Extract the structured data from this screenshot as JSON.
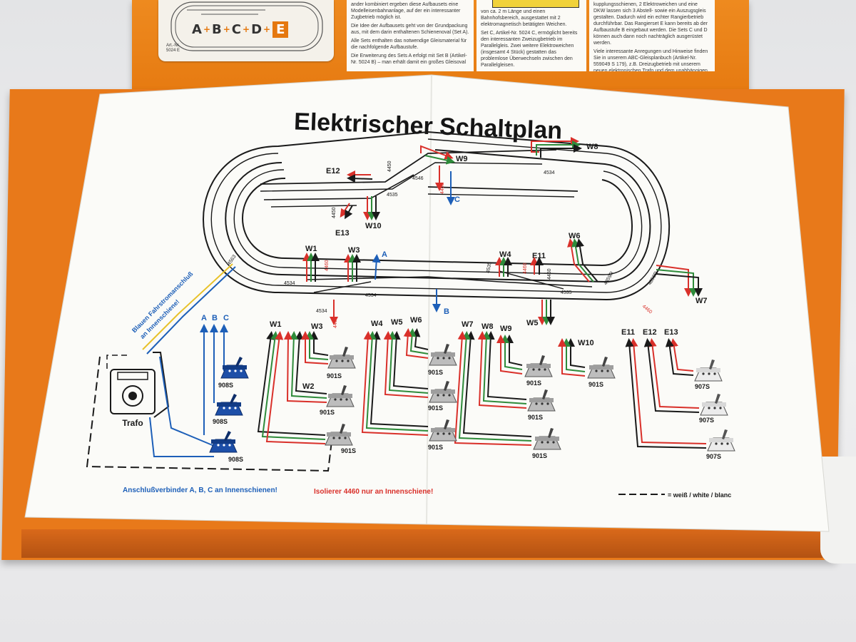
{
  "lid": {
    "set_letters": [
      "A",
      "B",
      "C",
      "D",
      "E"
    ],
    "art_nr_label": "Art.-Nr.",
    "art_nr_value": "5024 E",
    "col1": [
      "ander kombiniert ergeben diese Aufbausets eine Modelleisenbahnanlage, auf der ein interessanter Zugbetrieb möglich ist.",
      "Die Idee der Aufbausets geht von der Grundpackung aus, mit dem darin enthaltenen Schienenoval (Set A).",
      "Alle Sets enthalten das notwendige Gleismaterial für die nachfolgende Aufbaustufe.",
      "Die Erweiterung des Sets A erfolgt mit Set B (Artikel-Nr. 5024 B) – man erhält damit ein großes Gleisoval"
    ],
    "col2": [
      "von ca. 2 m Länge und einen Bahnhofsbereich, ausgestattet mit 2 elektromagnetisch betätigten Weichen.",
      "Set C, Artikel-Nr. 5024 C, ermöglicht bereits den interessanten Zweizugbetrieb im Parallelgleis. Zwei weitere Elektroweichen (insgesamt 4 Stück) gestatten das problemlose Überwechseln zwischen den Parallelgleisen."
    ],
    "col3": [
      "kupplungsschienen, 2 Elektroweichen und eine DKW lassen sich 3 Abstell- sowie ein Auszugsgleis gestalten. Dadurch wird ein echter Rangierbetrieb durchführbar. Das Rangierset E kann bereits ab der Aufbaustufe B eingebaut werden. Die Sets C und D können auch dann noch nachträglich ausgerüstet werden.",
      "Viele interessante Anregungen und Hinweise finden Sie in unserem ABC-Gleisplanbuch (Artikel-Nr. 559049 S 179), z.B. Dreizugbetrieb mit unserem neuen elektronischen Trafo und dem unabhängigen Regelteil."
    ]
  },
  "diagram": {
    "title": "Elektrischer Schaltplan",
    "blue_note_1": "Blauen Fahrstromanschluß",
    "blue_note_2": "an Innenschiene!",
    "blue_footer": "Anschlußverbinder A, B, C an Innenschienen!",
    "red_footer": "Isolierer 4460 nur an Innenschiene!",
    "legend_text": "= weiß / white / blanc",
    "trafo_label": "Trafo",
    "track_labels": {
      "w8": "W8",
      "w9": "W9",
      "e12": "E12",
      "e13": "E13",
      "w10": "W10",
      "c": "C",
      "a": "A",
      "b": "B",
      "w1": "W1",
      "w3": "W3",
      "w4": "W4",
      "e11": "E11",
      "w6": "W6",
      "w5": "W5",
      "w7": "W7"
    },
    "part_numbers": {
      "p4534a": "4534",
      "p4534b": "4534",
      "p4534c": "4534",
      "p4534d": "4534",
      "p4535a": "4535",
      "p4535b": "4535",
      "p4535c": "4535",
      "p4546": "4546",
      "p4450a": "4450",
      "p4450b": "4450",
      "p4450c": "4450",
      "p4460a": "4460",
      "p4460b": "4460",
      "p4460c": "4460",
      "p4460d": "4460",
      "p4460e": "4460",
      "p4563": "4563",
      "p4859r": "4859R",
      "p4858r": "4858R"
    },
    "abc_labels": [
      "A",
      "B",
      "C"
    ],
    "switch_labels": {
      "s908": "908S",
      "s901": "901S",
      "s907": "907S"
    },
    "panel_labels": {
      "w1": "W1",
      "w2": "W2",
      "w3": "W3",
      "w4": "W4",
      "w5": "W5",
      "w6": "W6",
      "w7": "W7",
      "w8": "W8",
      "w9": "W9",
      "w10": "W10",
      "e11": "E11",
      "e12": "E12",
      "e13": "E13"
    }
  },
  "colors": {
    "box_orange": "#e5780f",
    "wire_red": "#d9302a",
    "wire_green": "#2e8b3a",
    "wire_blue": "#1d5fb8",
    "wire_black": "#1a1a1a",
    "wire_yellow": "#e8c22a",
    "switch_blue": "#1d4fa8",
    "switch_grey": "#b9b9b9"
  }
}
